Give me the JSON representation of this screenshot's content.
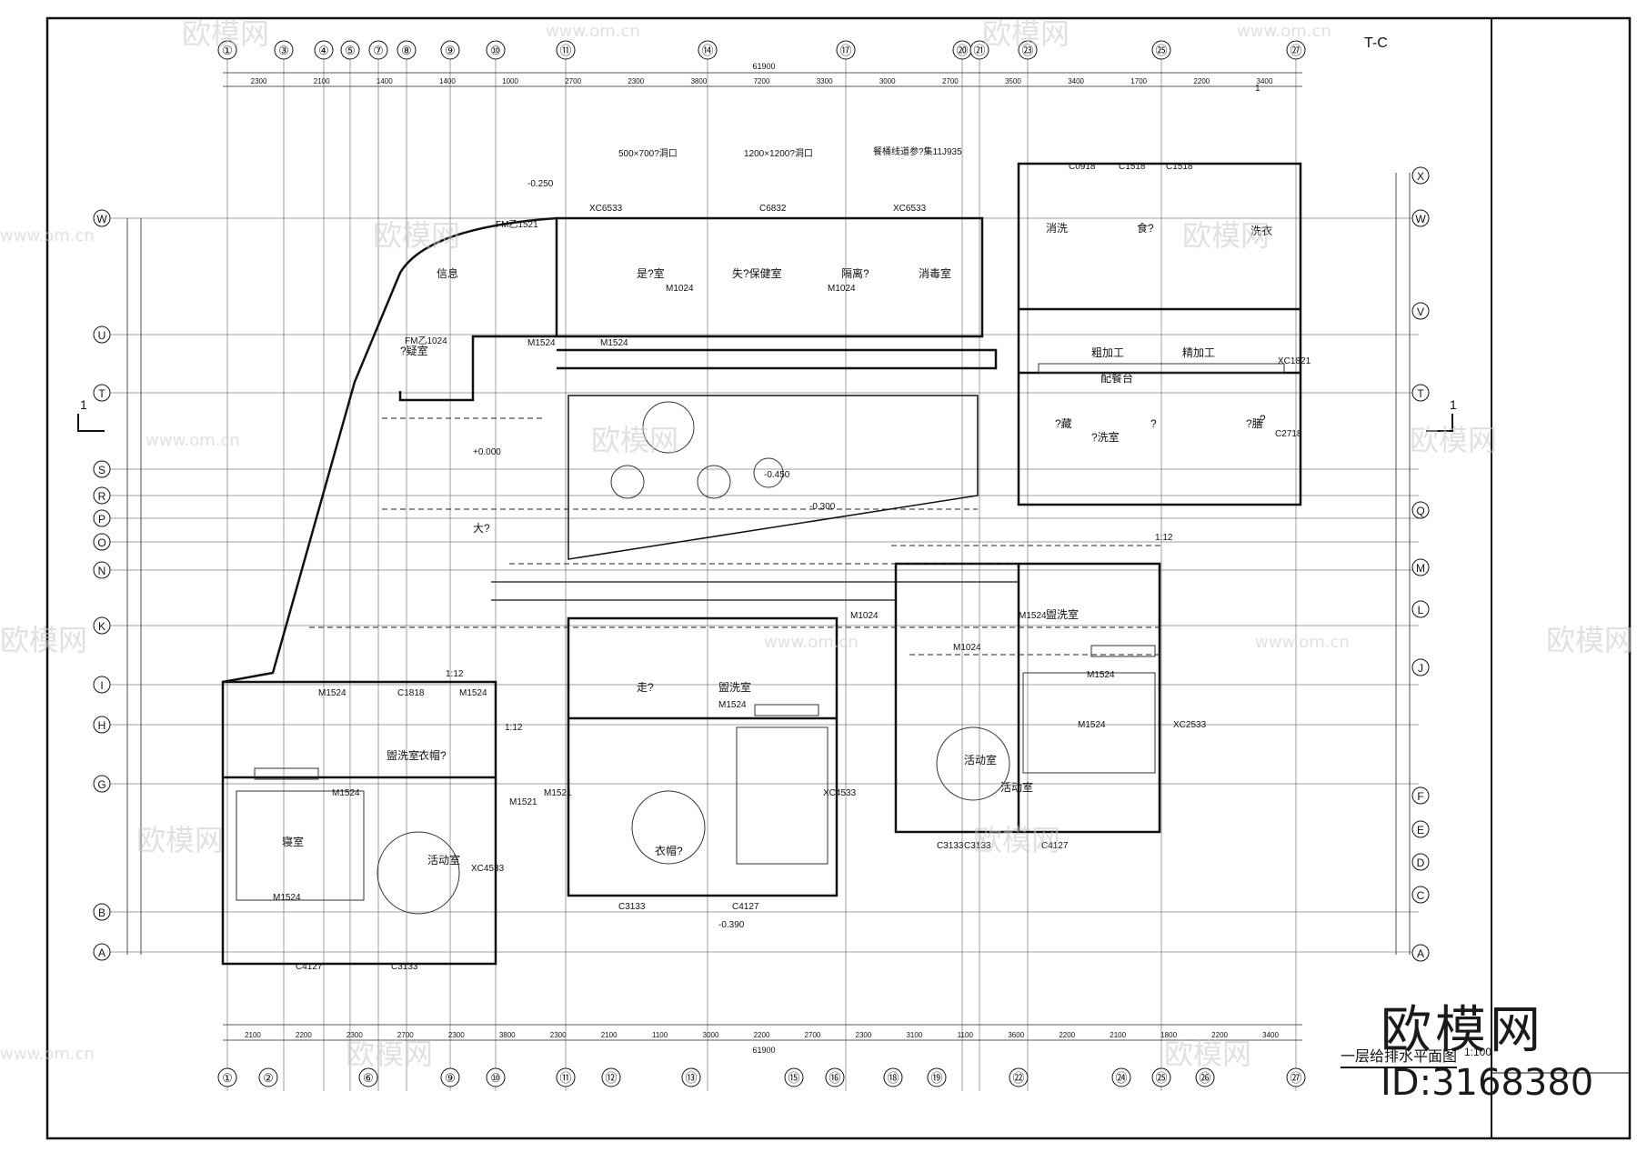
{
  "plan": {
    "title": "一层给排水平面图",
    "scale": "1:100",
    "total_dimension": "61900",
    "top_axes": [
      "①",
      "③",
      "④",
      "⑤",
      "⑦",
      "⑧",
      "⑨",
      "⑩",
      "⑪",
      "⑭",
      "⑰",
      "⑳",
      "㉑",
      "㉓",
      "㉕",
      "㉗"
    ],
    "bottom_axes": [
      "①",
      "②",
      "⑥",
      "⑨",
      "⑩",
      "⑪",
      "⑫",
      "⑬",
      "⑮",
      "⑯",
      "⑱",
      "⑲",
      "㉒",
      "㉔",
      "㉕",
      "㉖",
      "㉗"
    ],
    "left_axes": [
      "W",
      "U",
      "T",
      "S",
      "R",
      "P",
      "O",
      "N",
      "K",
      "I",
      "H",
      "G",
      "B",
      "A"
    ],
    "right_axes": [
      "X",
      "W",
      "V",
      "T",
      "Q",
      "M",
      "L",
      "J",
      "F",
      "E",
      "D",
      "C",
      "A"
    ],
    "top_dims": [
      "2300",
      "2100",
      "1400",
      "1400",
      "1000",
      "2700",
      "2300",
      "3800",
      "7200",
      "3300",
      "3000",
      "2700",
      "3500",
      "3400",
      "1700",
      "2200",
      "3400"
    ],
    "bottom_dims": [
      "2100",
      "2200",
      "2300",
      "2700",
      "2300",
      "3800",
      "2300",
      "2100",
      "1100",
      "3000",
      "2200",
      "2700",
      "2300",
      "3100",
      "1100",
      "3600",
      "2200",
      "2100",
      "1800",
      "2200",
      "3400"
    ],
    "rooms": [
      "信息",
      "?疑室",
      "大?",
      "是?室",
      "失?保健室",
      "隔离?",
      "消毒室",
      "消洗",
      "食?",
      "洗衣",
      "粗加工",
      "精加工",
      "配餐台",
      "?藏",
      "?洗室",
      "?",
      "?膳",
      "?",
      "盥洗室",
      "衣帽?",
      "活动室",
      "寝室",
      "走?",
      "盥洗室",
      "衣帽?",
      "活动室",
      "活动室",
      "盥洗室"
    ],
    "doors": [
      "FM乙1521",
      "FM乙1024",
      "M1524",
      "M1024",
      "M1024",
      "M1524",
      "M1524",
      "M1524",
      "M1524",
      "M1524",
      "M1524",
      "M1521",
      "M1024",
      "M1024",
      "M1524",
      "M1524",
      "M1524",
      "M1521"
    ],
    "windows": [
      "XC6533",
      "C6832",
      "XC6533",
      "C0918",
      "C1518",
      "C1518",
      "C2718",
      "XC1821",
      "C1818",
      "XC4533",
      "C4127",
      "C3133",
      "C3133",
      "C4127",
      "XC4533",
      "C3133",
      "C4127",
      "XC2533",
      "C3133"
    ],
    "notes": [
      "500×700?洞口",
      "1200×1200?洞口",
      "餐桶线道参?集11J935",
      "+0.000",
      "-0.450",
      "-0.250",
      "-0.390",
      "-0.300",
      "1:12",
      "1:12",
      "1:12",
      "1"
    ],
    "section_marker": "1",
    "north_note": "T-C"
  },
  "watermark": {
    "brand": "欧模网",
    "id": "ID:3168380",
    "url": "www.om.cn"
  },
  "colors": {
    "line": "#111111",
    "watermark": "#c8c8c8"
  }
}
